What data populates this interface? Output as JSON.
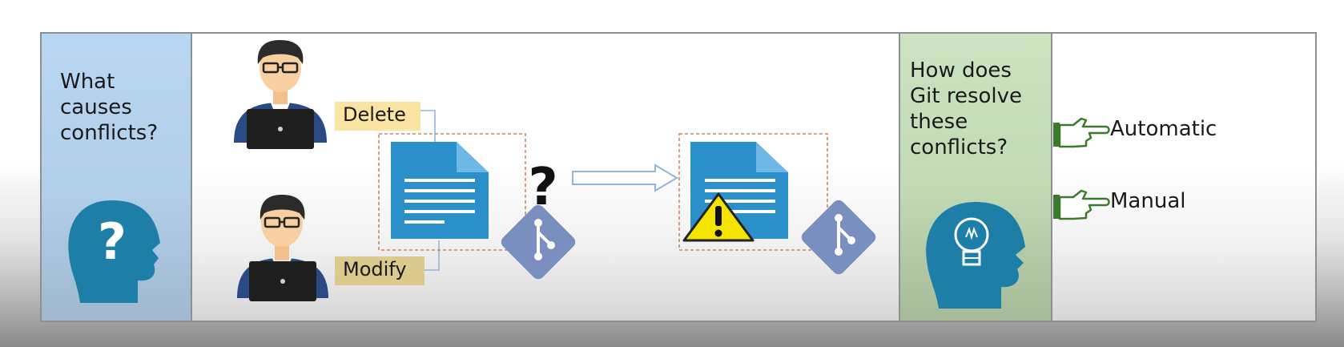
{
  "left_panel": {
    "question": "What\ncauses\nconflicts?"
  },
  "actions": {
    "delete": "Delete",
    "modify": "Modify"
  },
  "resolve_panel": {
    "question": "How does\nGit resolve\nthese\nconflicts?"
  },
  "options": {
    "automatic": "Automatic",
    "manual": "Manual"
  },
  "icons": {
    "head_question": "head-question-icon",
    "head_bulb": "head-lightbulb-icon",
    "user": "user-laptop-icon",
    "document": "document-icon",
    "git": "git-logo-icon",
    "warning": "warning-icon",
    "arrow": "right-arrow-icon",
    "pointing_hand": "pointing-hand-icon"
  },
  "colors": {
    "left_panel": "#b9d6f2",
    "resolve_panel": "#cde3c2",
    "document_blue": "#2b8fc9",
    "git_purple": "#7b8ec0",
    "head_blue": "#1d7fa8",
    "hand_green": "#3a7a2a",
    "delete_tag": "#fbe3a1",
    "modify_tag": "#dcc98e"
  }
}
